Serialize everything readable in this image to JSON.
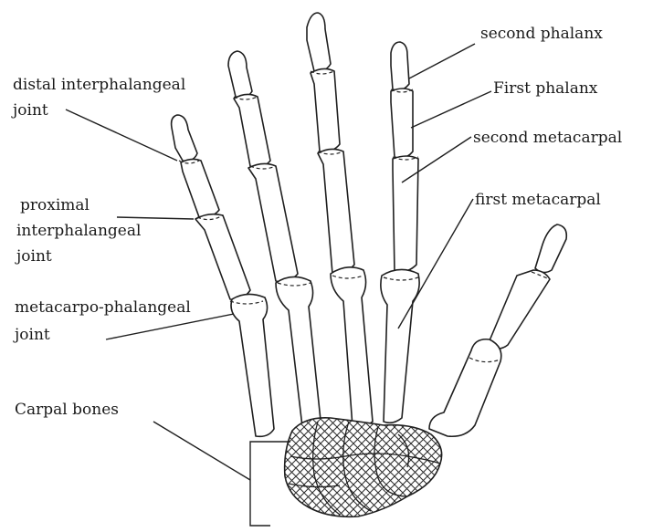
{
  "labels": {
    "second_phalanx": "second phalanx",
    "first_phalanx": "First phalanx",
    "second_metacarpal": "second metacarpal",
    "first_metacarpal": "first metacarpal",
    "distal_line1": "distal interphalangeal",
    "distal_line2": "joint",
    "proximal_line1": "proximal",
    "proximal_line2": "interphalangeal",
    "proximal_line3": "joint",
    "mcp_line1": "metacarpo-phalangeal",
    "mcp_line2": "joint",
    "carpal": "Carpal bones"
  }
}
